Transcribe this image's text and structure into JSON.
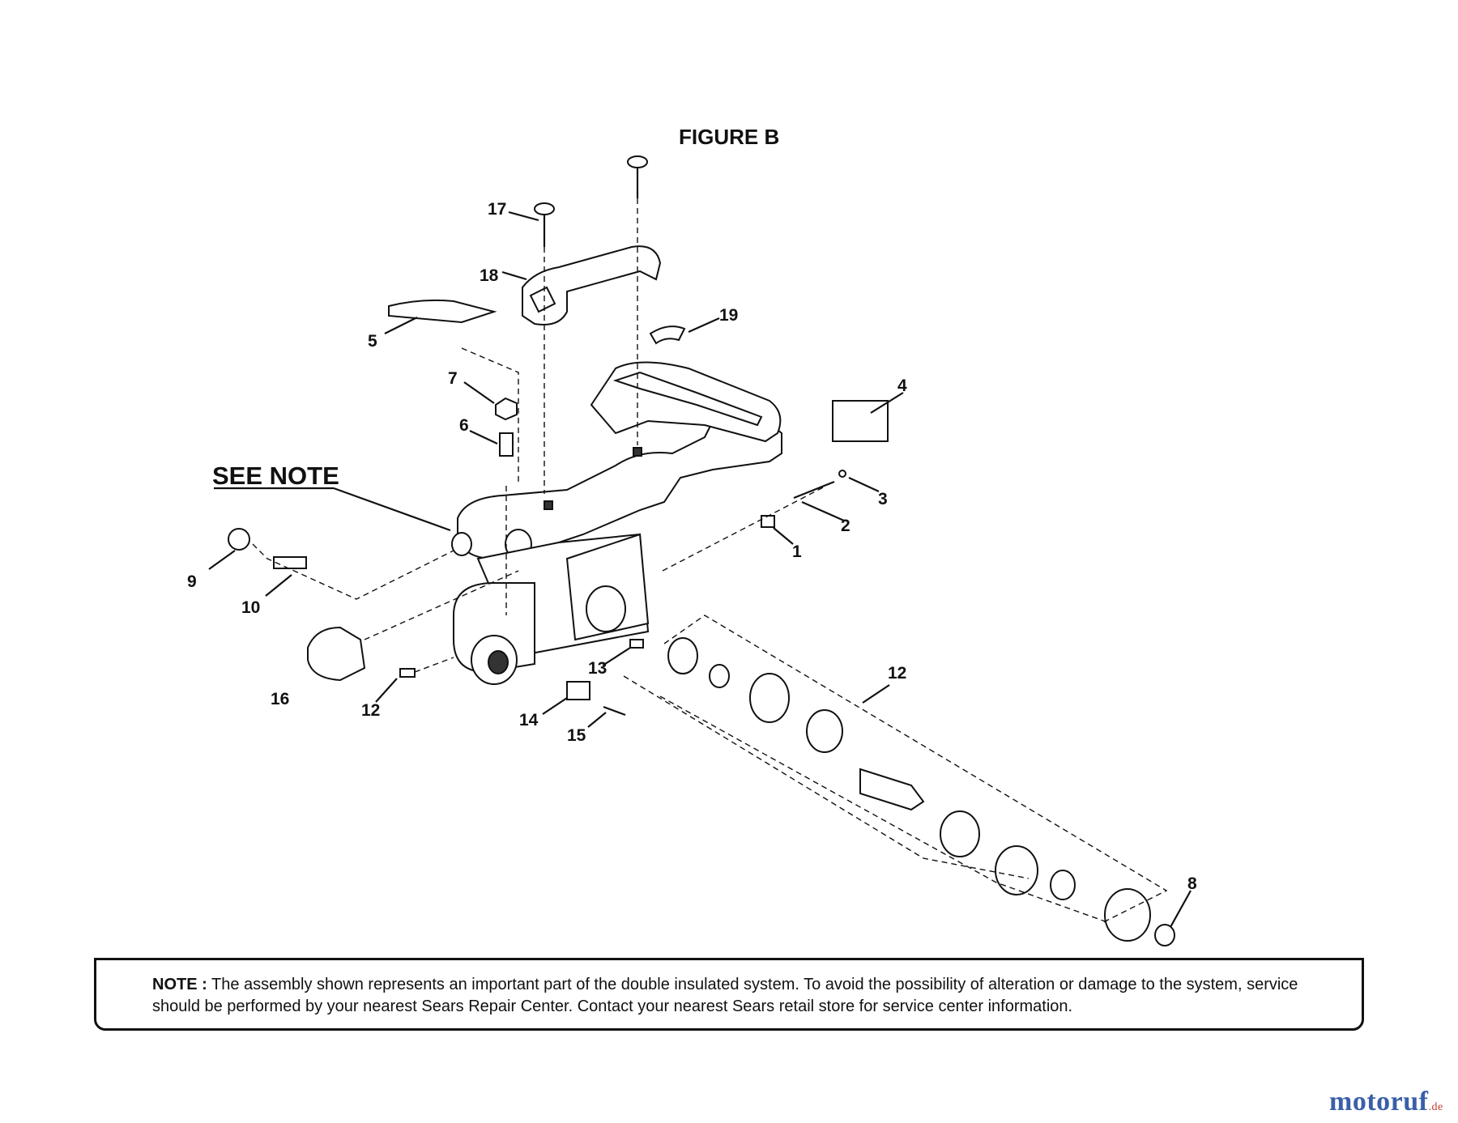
{
  "figure": {
    "title": "FIGURE B"
  },
  "see_note": "SEE NOTE",
  "callouts": [
    "1",
    "2",
    "3",
    "4",
    "5",
    "6",
    "7",
    "8",
    "9",
    "10",
    "12",
    "12",
    "13",
    "14",
    "15",
    "16",
    "17",
    "18",
    "19"
  ],
  "note": {
    "label": "NOTE :",
    "text": "The assembly shown represents an important part of the double insulated system. To avoid the possibility of alteration or damage to the system, service should be performed by your nearest Sears Repair Center. Contact your nearest Sears retail store for service center information."
  },
  "brand": {
    "name": "motoruf",
    "tld": ".de"
  }
}
